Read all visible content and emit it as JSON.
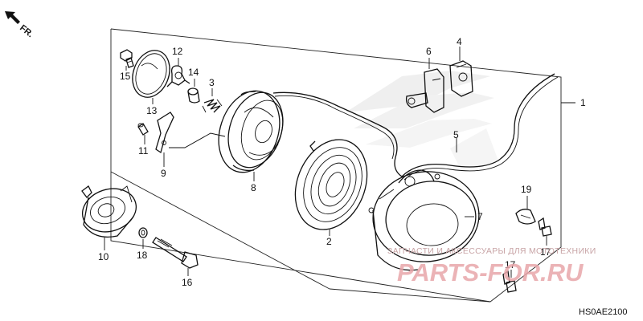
{
  "direction_label": "FR.",
  "diagram_code": "HS0AE2100",
  "watermark": {
    "tagline": "ЗАПЧАСТИ И АКСЕССУАРЫ ДЛЯ МОТОТЕХНИКИ",
    "brand": "PARTS-FOR.RU"
  },
  "callouts": {
    "c1": "1",
    "c2": "2",
    "c3": "3",
    "c4": "4",
    "c5": "5",
    "c6": "6",
    "c7": "7",
    "c8": "8",
    "c9": "9",
    "c10": "10",
    "c11": "11",
    "c12": "12",
    "c13": "13",
    "c14": "14",
    "c15": "15",
    "c16": "16",
    "c17a": "17",
    "c17b": "17",
    "c18": "18",
    "c19": "19"
  }
}
